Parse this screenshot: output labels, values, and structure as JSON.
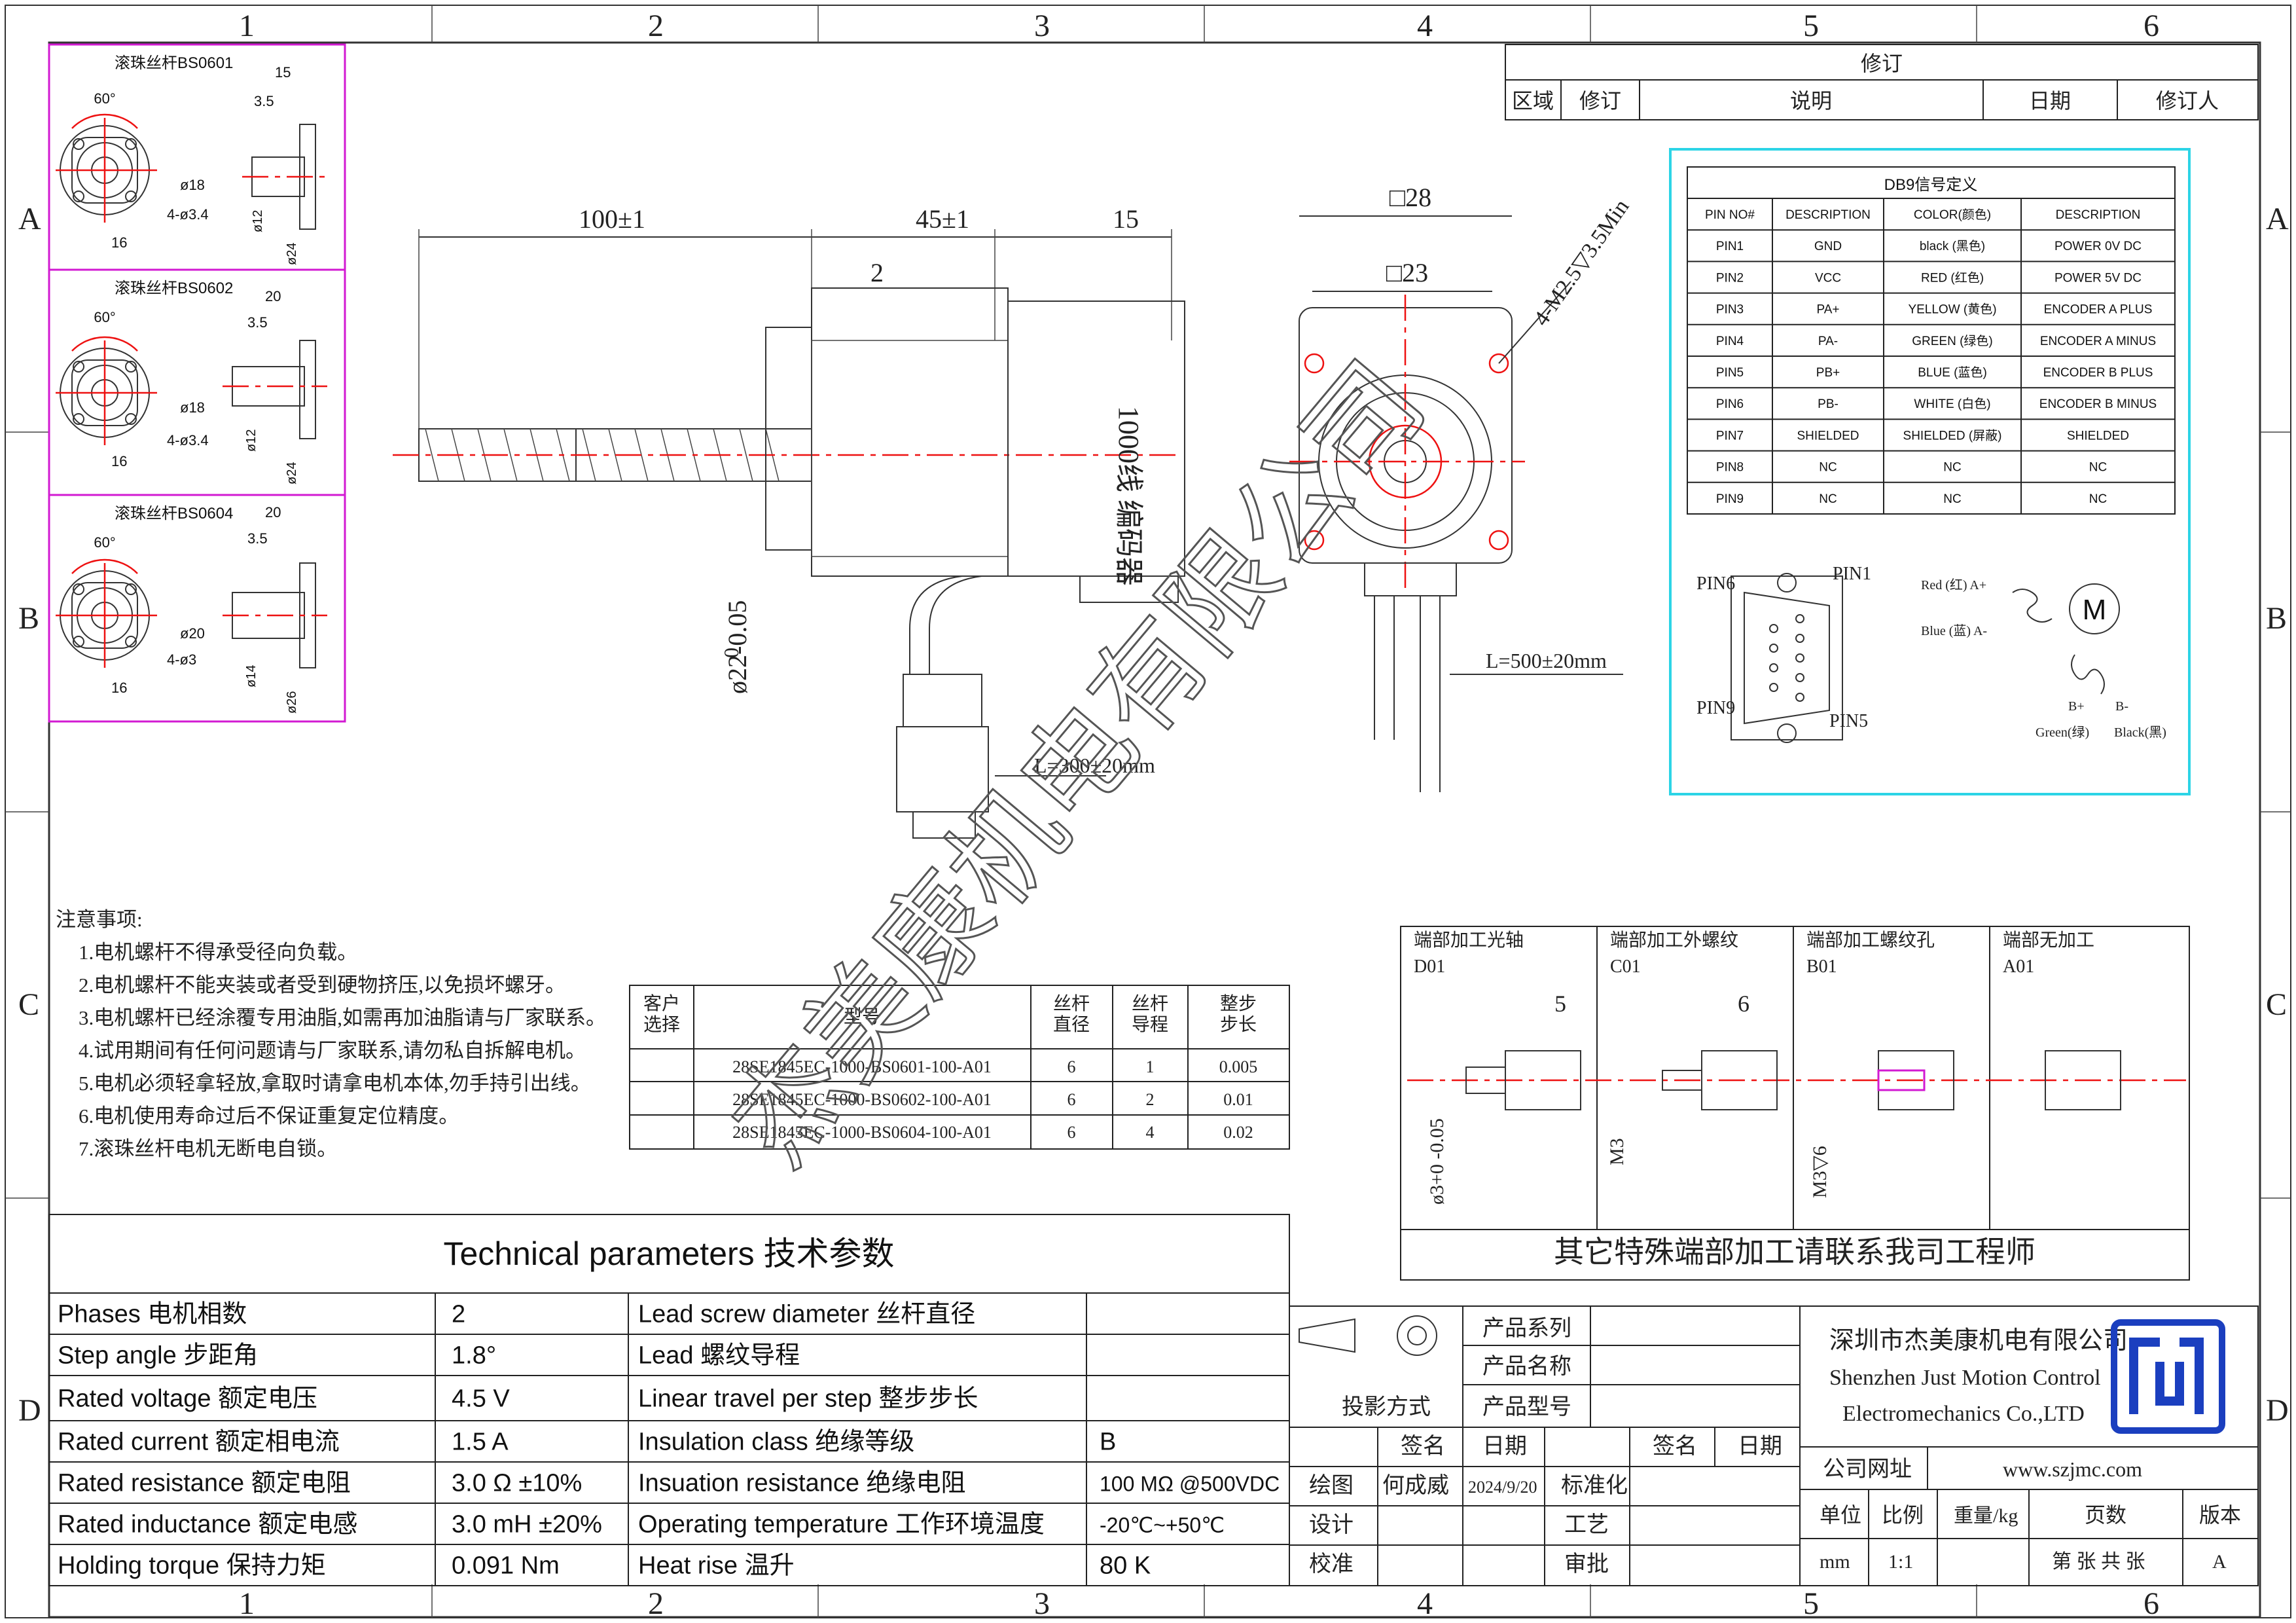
{
  "grid": {
    "columns": [
      "1",
      "2",
      "3",
      "4",
      "5",
      "6"
    ],
    "rows": [
      "A",
      "B",
      "C",
      "D"
    ]
  },
  "revision": {
    "title": "修订",
    "headers": [
      "区域",
      "修订",
      "说明",
      "日期",
      "修订人"
    ]
  },
  "ballscrew_variants": [
    {
      "title": "滚珠丝杆BS0601",
      "angle": "60°",
      "dims": [
        "15",
        "3.5",
        "ø18",
        "4-ø3.4",
        "16",
        "ø12",
        "ø24"
      ]
    },
    {
      "title": "滚珠丝杆BS0602",
      "angle": "60°",
      "dims": [
        "20",
        "3.5",
        "ø18",
        "4-ø3.4",
        "16",
        "ø12",
        "ø24"
      ]
    },
    {
      "title": "滚珠丝杆BS0604",
      "angle": "60°",
      "dims": [
        "20",
        "3.5",
        "ø20",
        "4-ø3",
        "16",
        "ø14",
        "ø26"
      ]
    }
  ],
  "main_view": {
    "dim_total": "100±1",
    "dim_body": "45±1",
    "dim_tail": "15",
    "dim_flange": "2",
    "shaft_dia": "ø22-0.05",
    "shaft_tol_upper": "0",
    "encoder_label": "1000线  编码器",
    "cable_len": "L=300±20mm"
  },
  "front_view": {
    "outer": "□28",
    "inner": "□23",
    "holes": "4-M2.5▽3.5Min",
    "lead_len": "L=500±20mm"
  },
  "db9": {
    "title": "DB9信号定义",
    "headers": [
      "PIN NO#",
      "DESCRIPTION",
      "COLOR(颜色)",
      "DESCRIPTION"
    ],
    "rows": [
      [
        "PIN1",
        "GND",
        "black (黑色)",
        "POWER 0V DC"
      ],
      [
        "PIN2",
        "VCC",
        "RED (红色)",
        "POWER 5V DC"
      ],
      [
        "PIN3",
        "PA+",
        "YELLOW (黄色)",
        "ENCODER A PLUS"
      ],
      [
        "PIN4",
        "PA-",
        "GREEN (绿色)",
        "ENCODER A MINUS"
      ],
      [
        "PIN5",
        "PB+",
        "BLUE (蓝色)",
        "ENCODER B PLUS"
      ],
      [
        "PIN6",
        "PB-",
        "WHITE (白色)",
        "ENCODER B MINUS"
      ],
      [
        "PIN7",
        "SHIELDED",
        "SHIELDED (屏蔽)",
        "SHIELDED"
      ],
      [
        "PIN8",
        "NC",
        "NC",
        "NC"
      ],
      [
        "PIN9",
        "NC",
        "NC",
        "NC"
      ]
    ],
    "pins": [
      "PIN6",
      "PIN1",
      "PIN9",
      "PIN5"
    ],
    "motor": {
      "a_plus": "Red (红) A+",
      "a_minus": "Blue (蓝) A-",
      "b_plus": "B+",
      "b_minus": "B-",
      "green": "Green(绿)",
      "black": "Black(黑)",
      "symbol": "M"
    }
  },
  "notes": {
    "title": "注意事项:",
    "items": [
      "1.电机螺杆不得承受径向负载。",
      "2.电机螺杆不能夹装或者受到硬物挤压,以免损坏螺牙。",
      "3.电机螺杆已经涂覆专用油脂,如需再加油脂请与厂家联系。",
      "4.试用期间有任何问题请与厂家联系,请勿私自拆解电机。",
      "5.电机必须轻拿轻放,拿取时请拿电机本体,勿手持引出线。",
      "6.电机使用寿命过后不保证重复定位精度。",
      "7.滚珠丝杆电机无断电自锁。"
    ]
  },
  "model_table": {
    "headers": [
      "客户\n选择",
      "型号",
      "丝杆\n直径",
      "丝杆\n导程",
      "整步\n步长"
    ],
    "rows": [
      [
        "",
        "28SE1845EC-1000-BS0601-100-A01",
        "6",
        "1",
        "0.005"
      ],
      [
        "",
        "28SE1845EC-1000-BS0602-100-A01",
        "6",
        "2",
        "0.01"
      ],
      [
        "",
        "28SE1845EC-1000-BS0604-100-A01",
        "6",
        "4",
        "0.02"
      ]
    ]
  },
  "end_machining": {
    "types": [
      {
        "title": "端部加工光轴",
        "code": "D01",
        "dims": [
          "5",
          "ø3+0 -0.05"
        ]
      },
      {
        "title": "端部加工外螺纹",
        "code": "C01",
        "dims": [
          "6",
          "M3"
        ]
      },
      {
        "title": "端部加工螺纹孔",
        "code": "B01",
        "dims": [
          "M3▽6"
        ]
      },
      {
        "title": "端部无加工",
        "code": "A01",
        "dims": []
      }
    ],
    "footer": "其它特殊端部加工请联系我司工程师"
  },
  "tech": {
    "title": "Technical parameters 技术参数",
    "left": [
      [
        "Phases 电机相数",
        "2"
      ],
      [
        "Step angle 步距角",
        "1.8°"
      ],
      [
        "Rated voltage 额定电压",
        "4.5 V"
      ],
      [
        "Rated current 额定相电流",
        "1.5 A"
      ],
      [
        "Rated resistance 额定电阻",
        "3.0 Ω  ±10%"
      ],
      [
        "Rated inductance 额定电感",
        "3.0 mH ±20%"
      ],
      [
        "Holding torque 保持力矩",
        "0.091 Nm"
      ]
    ],
    "right": [
      [
        "Lead screw diameter 丝杆直径",
        ""
      ],
      [
        "Lead 螺纹导程",
        ""
      ],
      [
        "Linear travel per step 整步步长",
        ""
      ],
      [
        "Insulation class 绝缘等级",
        "B"
      ],
      [
        "Insuation resistance 绝缘电阻",
        "100 MΩ @500VDC"
      ],
      [
        "Operating temperature 工作环境温度",
        "-20℃~+50℃"
      ],
      [
        "Heat rise 温升",
        "80 K"
      ]
    ]
  },
  "title_block": {
    "series": "产品系列",
    "name": "产品名称",
    "model": "产品型号",
    "projection": "投影方式",
    "sign": "签名",
    "date": "日期",
    "drawn": "绘图",
    "drawn_by": "何成威",
    "drawn_date": "2024/9/20",
    "standard": "标准化",
    "design": "设计",
    "process": "工艺",
    "check": "校准",
    "approve": "审批",
    "company_cn": "深圳市杰美康机电有限公司",
    "company_en1": "Shenzhen Just Motion Control",
    "company_en2": "Electromechanics Co.,LTD",
    "website_label": "公司网址",
    "website": "www.szjmc.com",
    "unit": "单位",
    "scale": "比例",
    "weight": "重量/kg",
    "pages": "页数",
    "version": "版本",
    "unit_val": "mm",
    "scale_val": "1:1",
    "pages_val": "第 张 共 张",
    "version_val": "A"
  },
  "watermark": "杰美康机电有限公司"
}
